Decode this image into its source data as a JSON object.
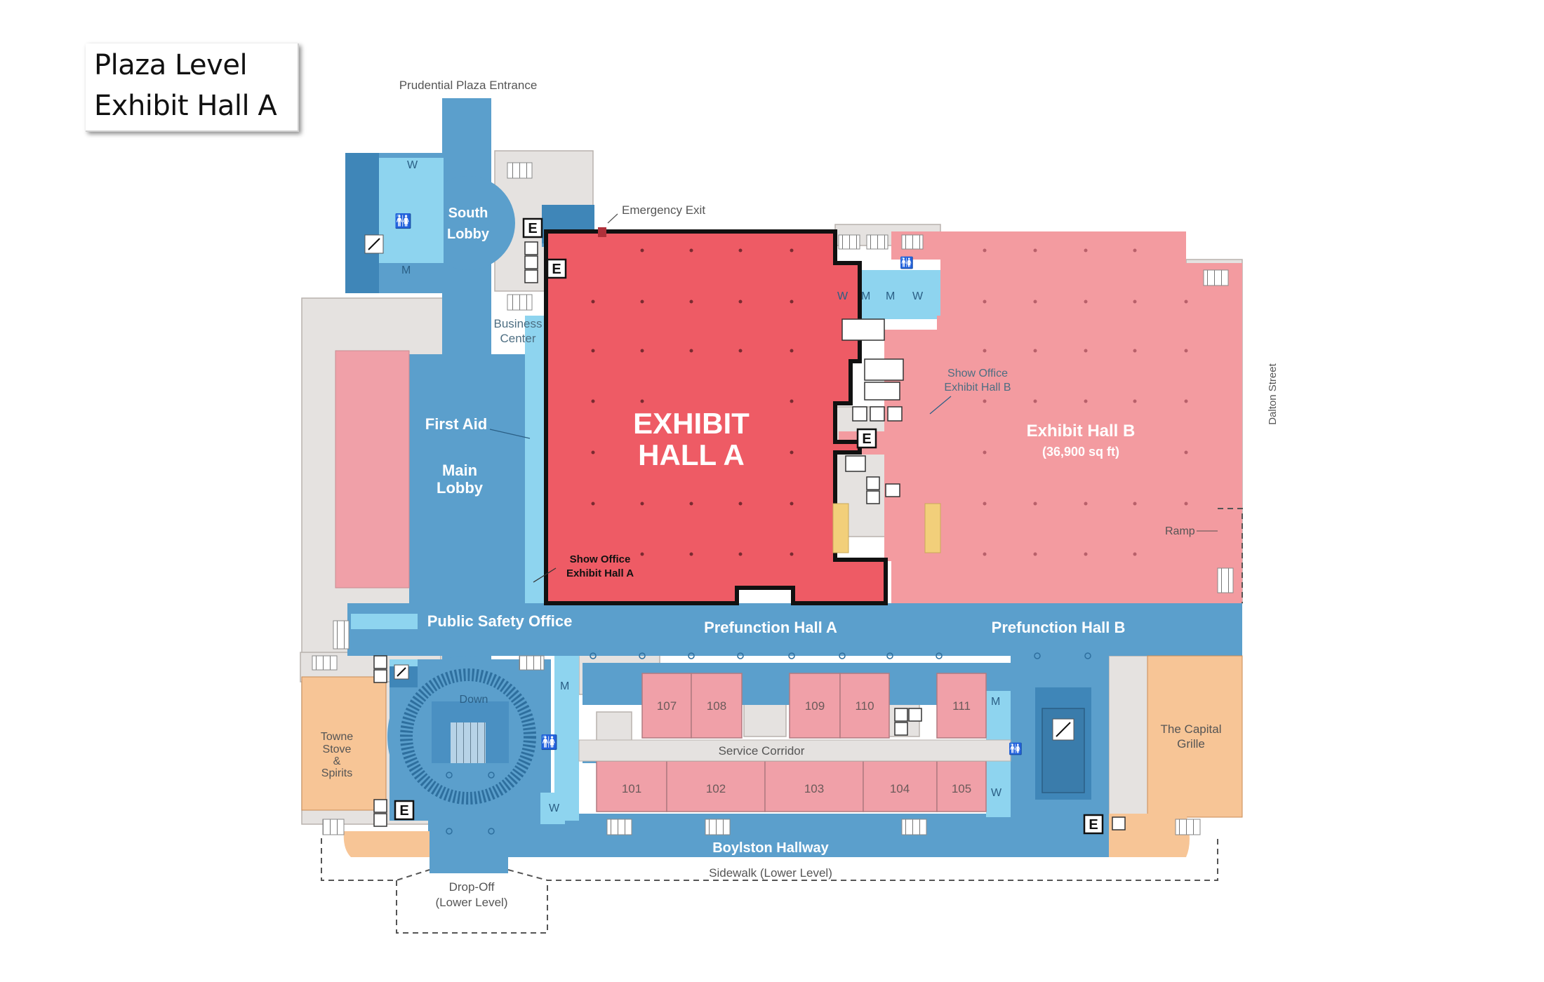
{
  "title": {
    "line1": "Plaza Level",
    "line2": "Exhibit Hall A"
  },
  "colors": {
    "corridor": "#5b9fcc",
    "light_blue": "#8ed4ef",
    "highlight_hall": "#ee5b65",
    "other_hall": "#f39ba0",
    "room": "#f0a0a8",
    "service": "#e5e2e0",
    "restaurant": "#f7c596",
    "outline": "#111111"
  },
  "labels": {
    "entrance": "Prudential Plaza Entrance",
    "emergency_exit": "Emergency Exit",
    "south_lobby": [
      "South",
      "Lobby"
    ],
    "business_center": [
      "Business",
      "Center"
    ],
    "first_aid": "First Aid",
    "main_lobby": [
      "Main",
      "Lobby"
    ],
    "exhibit_hall_a": [
      "EXHIBIT",
      "HALL A"
    ],
    "show_office_a": [
      "Show Office",
      "Exhibit Hall A"
    ],
    "show_office_b": [
      "Show Office",
      "Exhibit Hall B"
    ],
    "exhibit_hall_b": "Exhibit Hall B",
    "exhibit_hall_b_size": "(36,900 sq ft)",
    "ramp": "Ramp",
    "dalton_street": "Dalton Street",
    "public_safety": "Public Safety Office",
    "prefunction_a": "Prefunction Hall A",
    "prefunction_b": "Prefunction Hall B",
    "service_corridor": "Service Corridor",
    "boylston": "Boylston Hallway",
    "sidewalk": "Sidewalk (Lower Level)",
    "dropoff": [
      "Drop-Off",
      "(Lower Level)"
    ],
    "towne": [
      "Towne",
      "Stove",
      "&",
      "Spirits"
    ],
    "capital_grille": [
      "The Capital",
      "Grille"
    ],
    "down": "Down"
  },
  "rooms": [
    "107",
    "108",
    "109",
    "110",
    "111",
    "101",
    "102",
    "103",
    "104",
    "105"
  ],
  "restroom_marks": {
    "women": "W",
    "men": "M"
  },
  "elevator_mark": "E",
  "icons": [
    "elevator-icon",
    "restroom-icon",
    "escalator-icon",
    "stairs-icon",
    "coat-check-icon",
    "accessible-icon"
  ]
}
